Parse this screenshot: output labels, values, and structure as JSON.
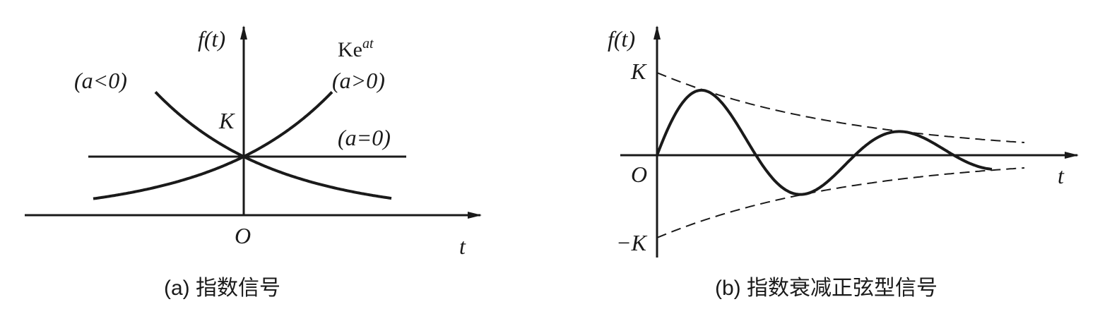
{
  "panel_a": {
    "y_axis_label": "f(t)",
    "x_axis_label": "t",
    "origin_label": "O",
    "k_label": "K",
    "growth_label_base": "Ke",
    "growth_label_exp": "at",
    "label_a_positive": "(a>0)",
    "label_a_negative": "(a<0)",
    "label_a_zero": "(a=0)",
    "caption": "(a) 指数信号"
  },
  "panel_b": {
    "y_axis_label": "f(t)",
    "x_axis_label": "t",
    "origin_label": "O",
    "k_label": "K",
    "neg_k_label": "−K",
    "caption": "(b) 指数衰减正弦型信号"
  }
}
